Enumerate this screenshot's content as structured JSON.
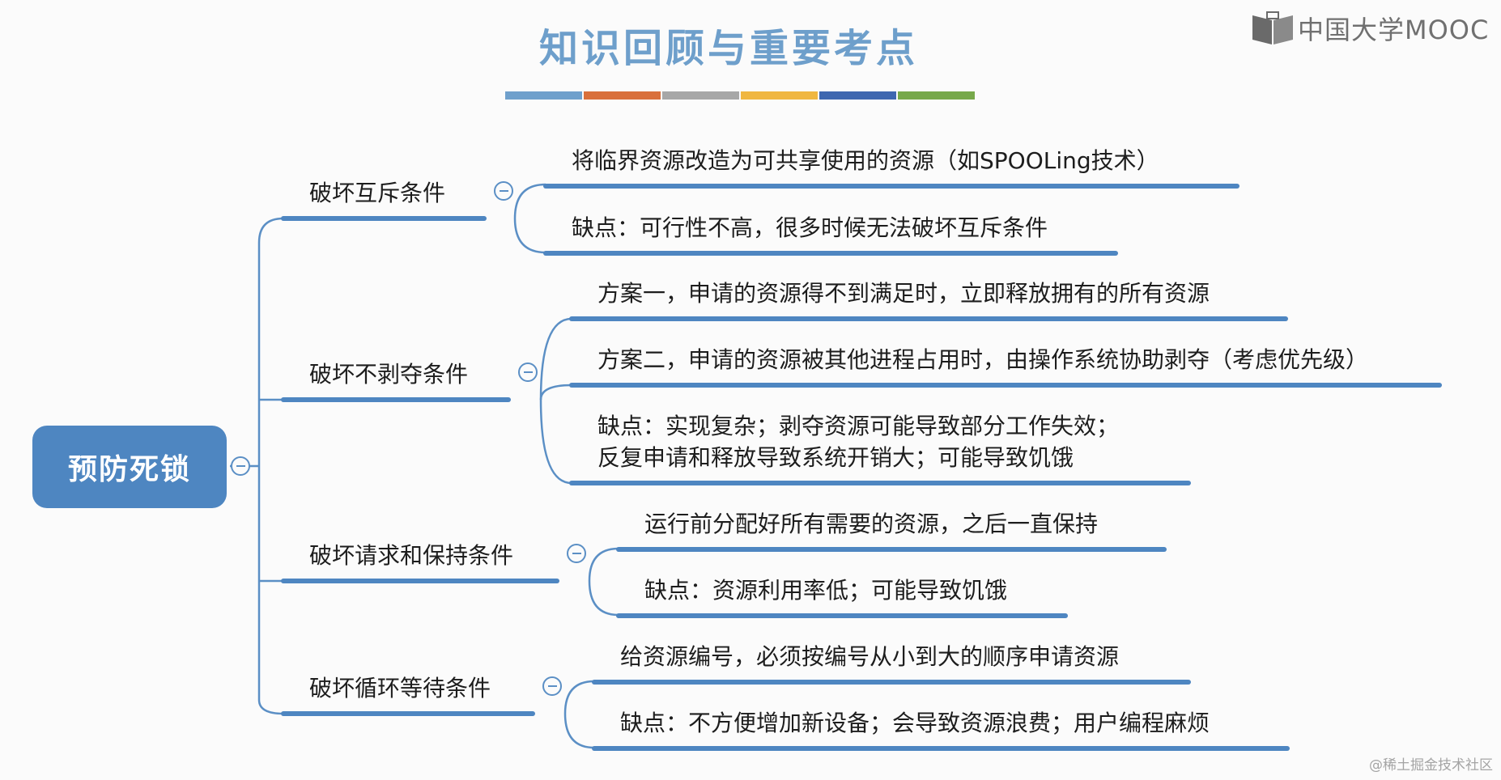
{
  "header": {
    "title": "知识回顾与重要考点",
    "stripe_colors": [
      "#6fa0cc",
      "#d9703b",
      "#a7a7a7",
      "#f0b740",
      "#3e67b0",
      "#77a94a"
    ]
  },
  "logo": {
    "text": "中国大学MOOC",
    "icon": "mooc-book-icon"
  },
  "watermark": "@稀土掘金技术社区",
  "colors": {
    "accent": "#4e86c1",
    "connector": "#5b8fc5"
  },
  "mindmap": {
    "root": "预防死锁",
    "branches": [
      {
        "label": "破坏互斥条件",
        "leaves": [
          {
            "text": "将临界资源改造为可共享使用的资源（如SPOOLing技术）"
          },
          {
            "text": "缺点：可行性不高，很多时候无法破坏互斥条件"
          }
        ]
      },
      {
        "label": "破坏不剥夺条件",
        "leaves": [
          {
            "text": "方案一，申请的资源得不到满足时，立即释放拥有的所有资源"
          },
          {
            "text": "方案二，申请的资源被其他进程占用时，由操作系统协助剥夺（考虑优先级）"
          },
          {
            "text": "缺点：实现复杂；剥夺资源可能导致部分工作失效；",
            "text2": "反复申请和释放导致系统开销大；可能导致饥饿"
          }
        ]
      },
      {
        "label": "破坏请求和保持条件",
        "leaves": [
          {
            "text": "运行前分配好所有需要的资源，之后一直保持"
          },
          {
            "text": "缺点：资源利用率低；可能导致饥饿"
          }
        ]
      },
      {
        "label": "破坏循环等待条件",
        "leaves": [
          {
            "text": "给资源编号，必须按编号从小到大的顺序申请资源"
          },
          {
            "text": "缺点：不方便增加新设备；会导致资源浪费；用户编程麻烦"
          }
        ]
      }
    ]
  }
}
